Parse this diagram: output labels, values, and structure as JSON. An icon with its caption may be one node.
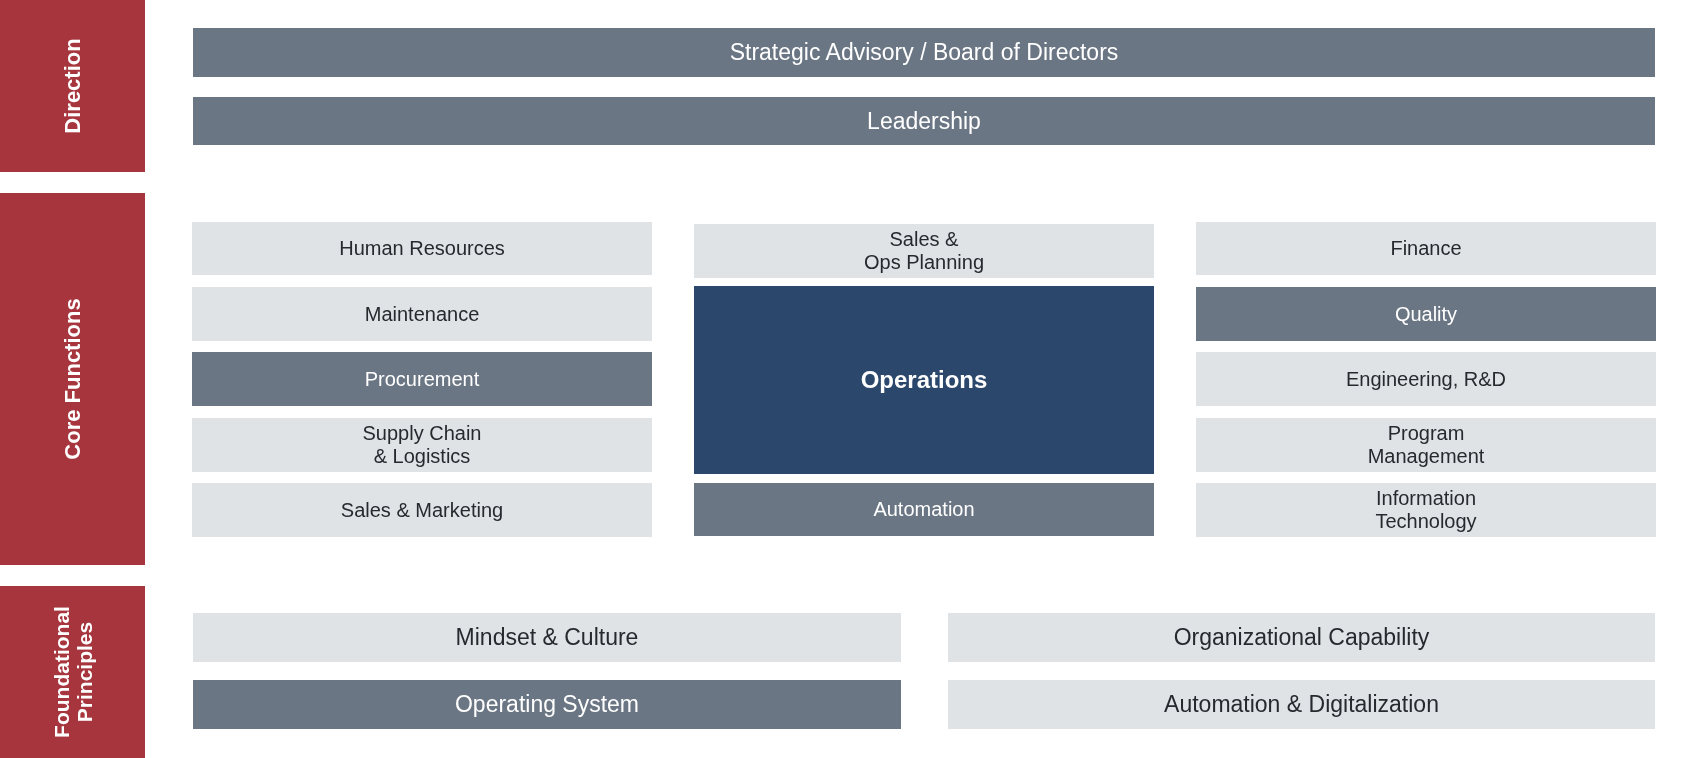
{
  "diagram": {
    "nodes": [
      {
        "text": [
          "Direction"
        ]
      },
      {
        "text": [
          "Strategic Advisory / Board of Directors"
        ]
      },
      {
        "text": [
          "Leadership"
        ]
      },
      {
        "text": [
          "Core Functions"
        ]
      },
      {
        "text": [
          "Human Resources"
        ]
      },
      {
        "text": [
          "Sales & Ops Planning"
        ]
      },
      {
        "text": [
          "Finance"
        ]
      },
      {
        "text": [
          "Maintenance"
        ]
      },
      {
        "text": [
          "Operations"
        ]
      },
      {
        "text": [
          "Quality"
        ]
      },
      {
        "text": [
          "Procurement"
        ]
      },
      {
        "text": [
          "Engineering, R&D"
        ]
      },
      {
        "text": [
          "Supply Chain & Logistics"
        ]
      },
      {
        "text": [
          "Program Management"
        ]
      },
      {
        "text": [
          "Sales & Marketing"
        ]
      },
      {
        "text": [
          "Automation"
        ]
      },
      {
        "text": [
          "Information Technology"
        ]
      },
      {
        "text": [
          "Foundational Principles"
        ]
      },
      {
        "text": [
          "Mindset & Culture"
        ]
      },
      {
        "text": [
          "Organizational Capability"
        ]
      },
      {
        "text": [
          "Operating System"
        ]
      },
      {
        "text": [
          "Automation & Digitalization"
        ]
      }
    ]
  }
}
